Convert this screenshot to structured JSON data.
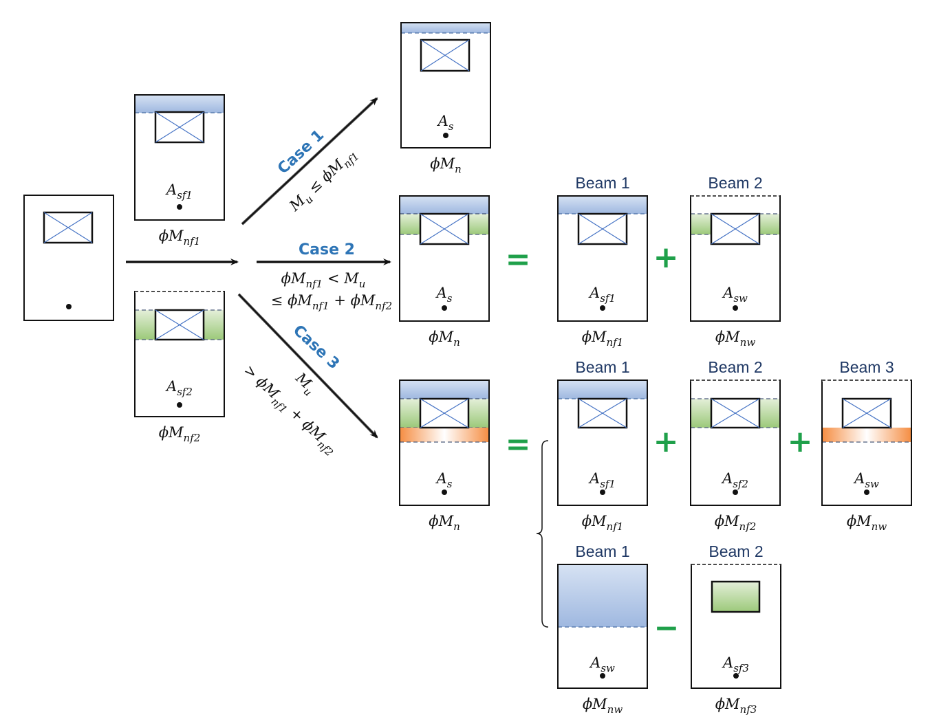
{
  "colors": {
    "compression_blue": "#b4c7e7",
    "flange_green": "#a9d18e",
    "web_orange": "#f4a460",
    "case_text": "#2e75b6",
    "beam_title": "#1f3864",
    "operator_green": "#1fa04a",
    "hollow_diagonal": "#4472c4"
  },
  "cases": [
    {
      "label": "Case 1",
      "condition": [
        {
          "t": "M",
          "s": "u"
        },
        {
          "t": " ≤ ϕM",
          "s": "nf1"
        }
      ]
    },
    {
      "label": "Case 2",
      "condition_line1": [
        {
          "t": "ϕM",
          "s": "nf1"
        },
        {
          "t": " < M",
          "s": "u"
        }
      ],
      "condition_line2": [
        {
          "t": "≤ ϕM",
          "s": "nf1"
        },
        {
          "t": " + ϕM",
          "s": "nf2"
        }
      ]
    },
    {
      "label": "Case 3",
      "condition_line1": [
        {
          "t": "M",
          "s": "u"
        }
      ],
      "condition_line2": [
        {
          "t": "> ϕM",
          "s": "nf1"
        },
        {
          "t": " + ϕM",
          "s": "nf2"
        }
      ]
    }
  ],
  "beams": {
    "original": {
      "steel": "",
      "moment": ""
    },
    "flange1": {
      "steel": {
        "t": "A",
        "s": "sf1"
      },
      "moment": {
        "t": "ϕM",
        "s": "nf1"
      }
    },
    "flange2": {
      "steel": {
        "t": "A",
        "s": "sf2"
      },
      "moment": {
        "t": "ϕM",
        "s": "nf2"
      }
    },
    "case1_result": {
      "steel": {
        "t": "A",
        "s": "s"
      },
      "moment": {
        "t": "ϕM",
        "s": "n"
      }
    },
    "case2_result": {
      "steel": {
        "t": "A",
        "s": "s"
      },
      "moment": {
        "t": "ϕM",
        "s": "n"
      }
    },
    "case2_beam1": {
      "title": "Beam 1",
      "steel": {
        "t": "A",
        "s": "sf1"
      },
      "moment": {
        "t": "ϕM",
        "s": "nf1"
      }
    },
    "case2_beam2": {
      "title": "Beam 2",
      "steel": {
        "t": "A",
        "s": "sw"
      },
      "moment": {
        "t": "ϕM",
        "s": "nw"
      }
    },
    "case3_result": {
      "steel": {
        "t": "A",
        "s": "s"
      },
      "moment": {
        "t": "ϕM",
        "s": "n"
      }
    },
    "case3_beam1": {
      "title": "Beam 1",
      "steel": {
        "t": "A",
        "s": "sf1"
      },
      "moment": {
        "t": "ϕM",
        "s": "nf1"
      }
    },
    "case3_beam2": {
      "title": "Beam 2",
      "steel": {
        "t": "A",
        "s": "sf2"
      },
      "moment": {
        "t": "ϕM",
        "s": "nf2"
      }
    },
    "case3_beam3": {
      "title": "Beam 3",
      "steel": {
        "t": "A",
        "s": "sw"
      },
      "moment": {
        "t": "ϕM",
        "s": "nw"
      }
    },
    "alt_beam1": {
      "title": "Beam 1",
      "steel": {
        "t": "A",
        "s": "sw"
      },
      "moment": {
        "t": "ϕM",
        "s": "nw"
      }
    },
    "alt_beam2": {
      "title": "Beam 2",
      "steel": {
        "t": "A",
        "s": "sf3"
      },
      "moment": {
        "t": "ϕM",
        "s": "nf3"
      }
    }
  },
  "operators": {
    "equals": "=",
    "plus": "+",
    "minus": "−"
  }
}
